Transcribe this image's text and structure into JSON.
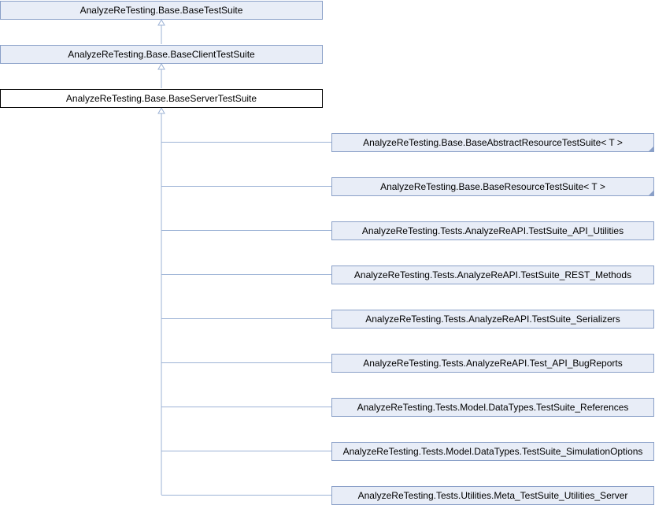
{
  "diagram": {
    "ancestors": [
      {
        "label": "AnalyzeReTesting.Base.BaseTestSuite"
      },
      {
        "label": "AnalyzeReTesting.Base.BaseClientTestSuite"
      }
    ],
    "current": {
      "label": "AnalyzeReTesting.Base.BaseServerTestSuite"
    },
    "children": [
      {
        "label": "AnalyzeReTesting.Base.BaseAbstractResourceTestSuite< T >",
        "has_more": true
      },
      {
        "label": "AnalyzeReTesting.Base.BaseResourceTestSuite< T >",
        "has_more": true
      },
      {
        "label": "AnalyzeReTesting.Tests.AnalyzeReAPI.TestSuite_API_Utilities",
        "has_more": false
      },
      {
        "label": "AnalyzeReTesting.Tests.AnalyzeReAPI.TestSuite_REST_Methods",
        "has_more": false
      },
      {
        "label": "AnalyzeReTesting.Tests.AnalyzeReAPI.TestSuite_Serializers",
        "has_more": false
      },
      {
        "label": "AnalyzeReTesting.Tests.AnalyzeReAPI.Test_API_BugReports",
        "has_more": false
      },
      {
        "label": "AnalyzeReTesting.Tests.Model.DataTypes.TestSuite_References",
        "has_more": false
      },
      {
        "label": "AnalyzeReTesting.Tests.Model.DataTypes.TestSuite_SimulationOptions",
        "has_more": false
      },
      {
        "label": "AnalyzeReTesting.Tests.Utilities.Meta_TestSuite_Utilities_Server",
        "has_more": false
      }
    ],
    "colors": {
      "edge": "#9db3d6",
      "node_fill": "#e8edf7",
      "node_border": "#8aa0c8",
      "current_fill": "#ffffff",
      "current_border": "#000000"
    }
  }
}
